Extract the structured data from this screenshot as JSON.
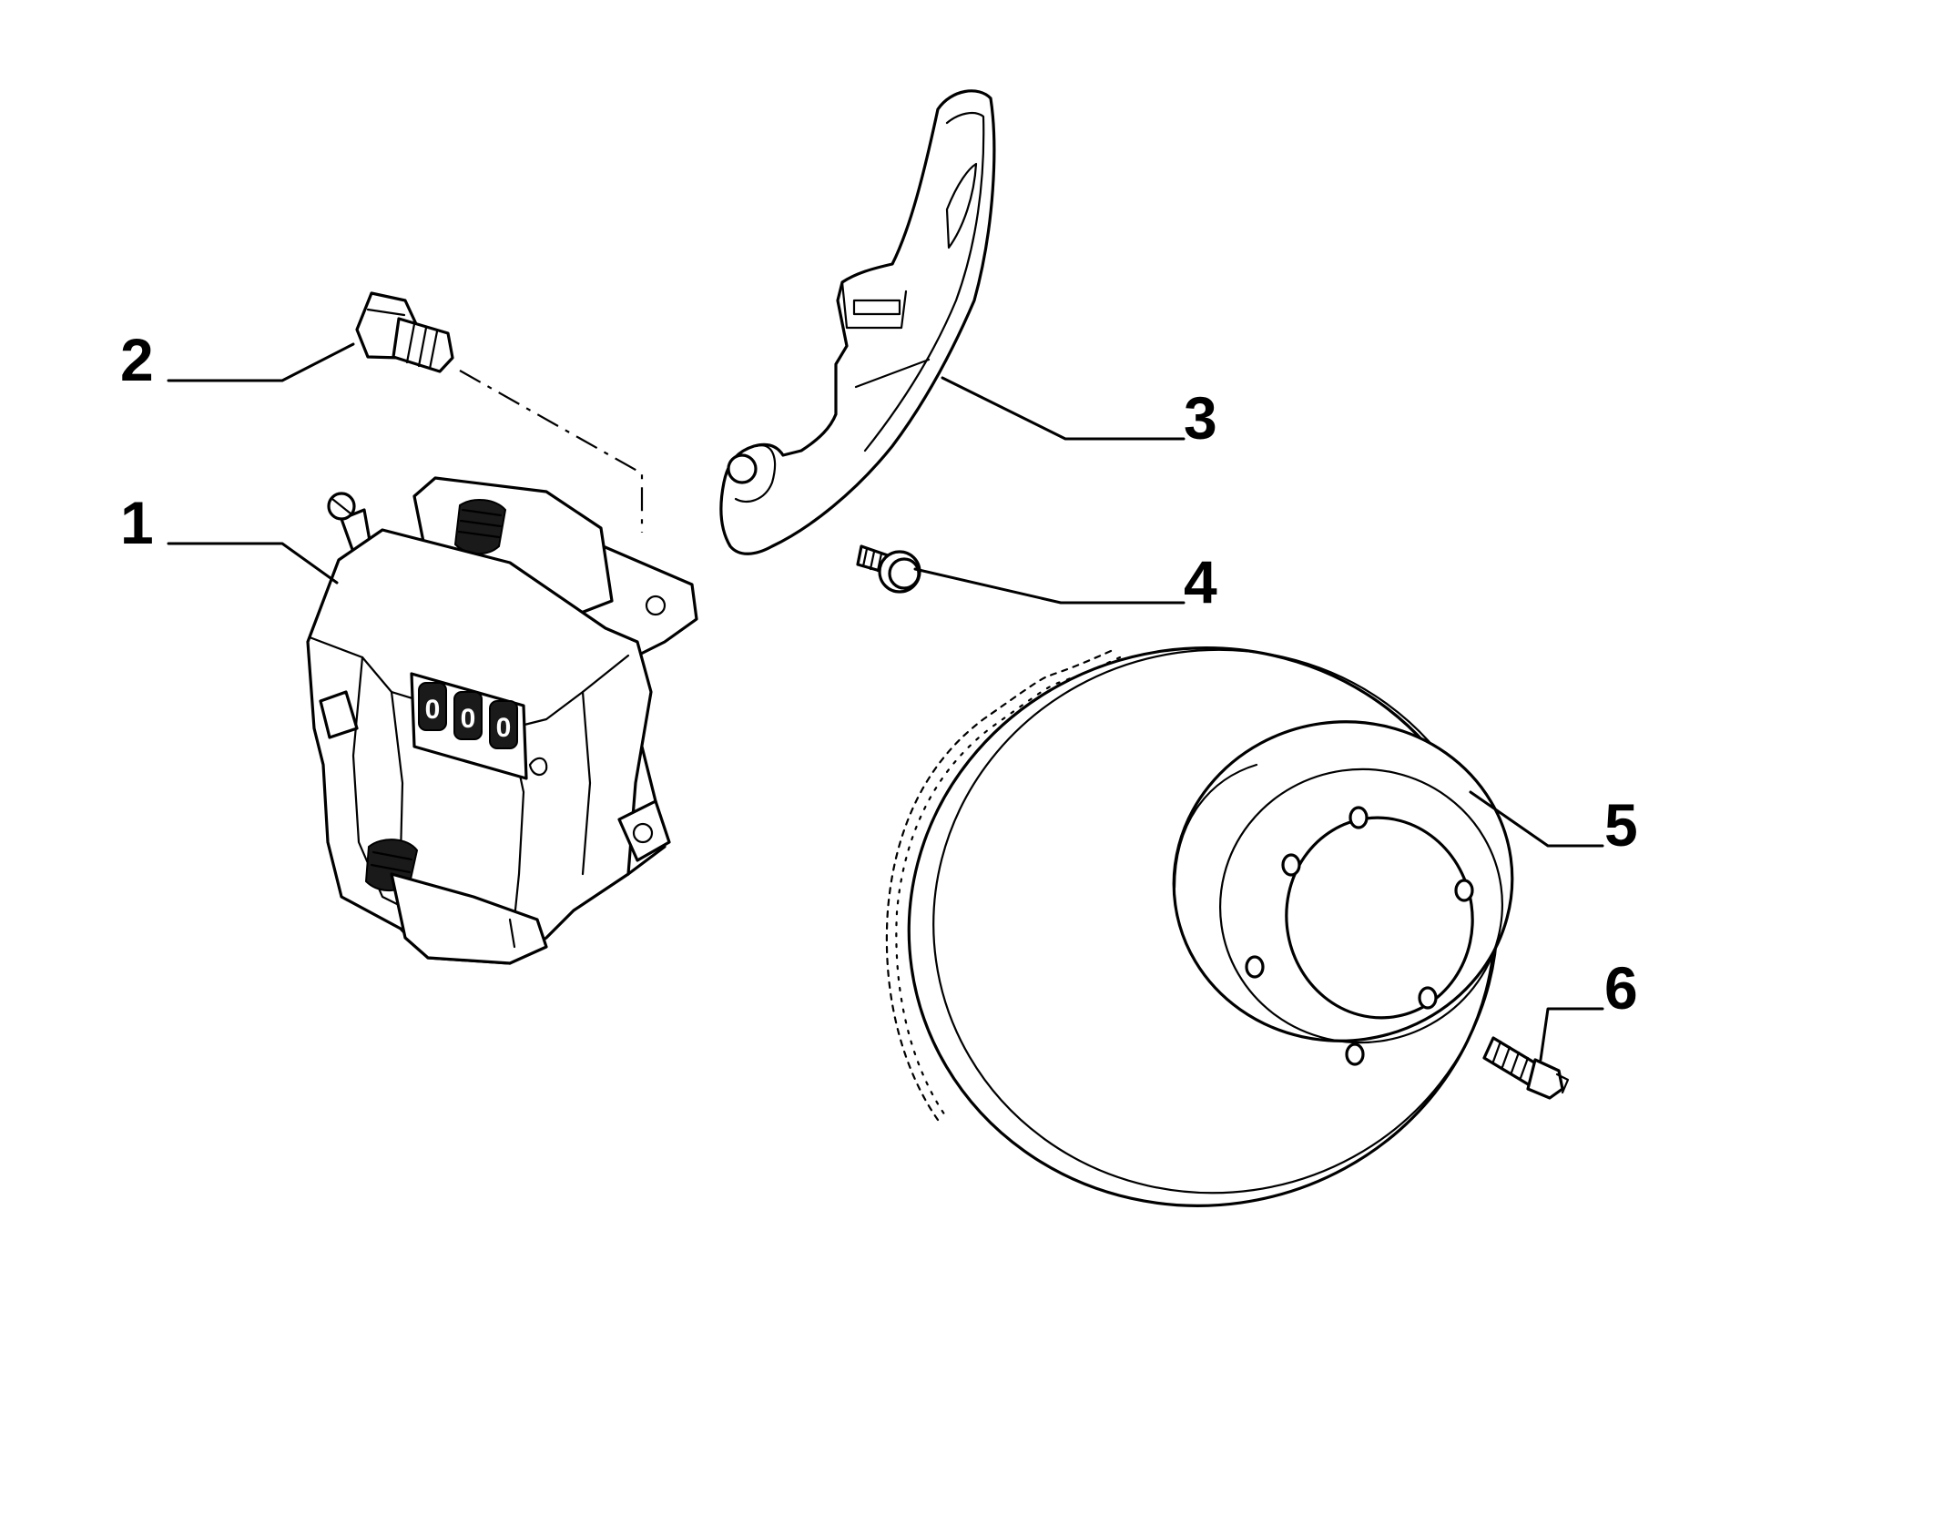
{
  "callouts": [
    {
      "id": "1",
      "label": "1",
      "part": "brake-caliper"
    },
    {
      "id": "2",
      "label": "2",
      "part": "caliper-bolt"
    },
    {
      "id": "3",
      "label": "3",
      "part": "splash-shield"
    },
    {
      "id": "4",
      "label": "4",
      "part": "shield-screw"
    },
    {
      "id": "5",
      "label": "5",
      "part": "brake-disc"
    },
    {
      "id": "6",
      "label": "6",
      "part": "disc-stud"
    }
  ],
  "piston_marks": [
    "0",
    "0",
    "0"
  ],
  "colors": {
    "line": "#000000",
    "background": "#ffffff"
  }
}
